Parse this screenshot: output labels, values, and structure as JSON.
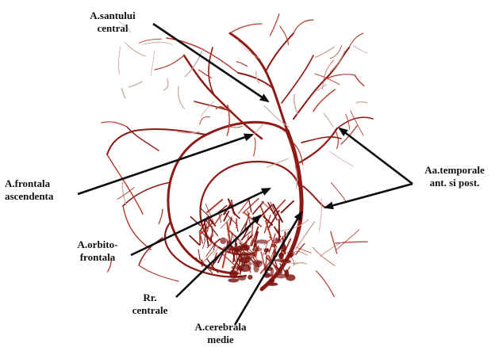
{
  "labels": {
    "santului": {
      "line1": "A.santului",
      "line2": "central"
    },
    "frontala": {
      "line1": "A.frontala",
      "line2": "ascendenta"
    },
    "orbito": {
      "line1": "A.orbito-",
      "line2": "frontala"
    },
    "centrale": {
      "line1": "Rr.",
      "line2": "centrale"
    },
    "cerebrala": {
      "line1": "A.cerebrala",
      "line2": "medie"
    },
    "temporale": {
      "line1": "Aa.temporale",
      "line2": "ant. si post."
    }
  },
  "colors": {
    "vessel": "#8e1a16",
    "vessel_light": "#b23a2c",
    "vessel_faint": "#c9a7a0",
    "dense": "#7a1410",
    "arrow": "#0d0d0d",
    "background": "#ffffff"
  }
}
